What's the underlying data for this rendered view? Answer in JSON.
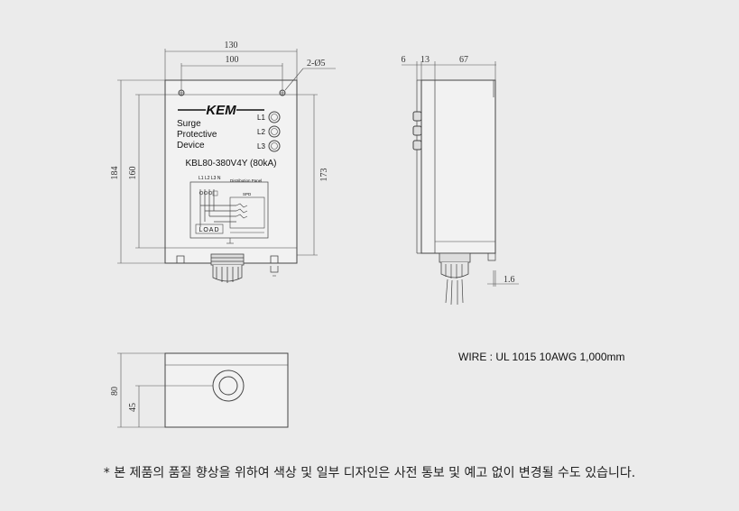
{
  "dimensions": {
    "front_width": "130",
    "front_hole_span": "100",
    "holes": "2-Ø5",
    "front_height": "184",
    "front_inner_height": "160",
    "front_right_height": "173",
    "side_left_a": "6",
    "side_left_b": "13",
    "side_depth": "67",
    "side_gap": "1.6",
    "bottom_height": "80",
    "bottom_center": "45"
  },
  "panel": {
    "logo": "KEM",
    "title_line1": "Surge",
    "title_line2": "Protective",
    "title_line3": "Device",
    "l1": "L1",
    "l2": "L2",
    "l3": "L3",
    "model": "KBL80-380V4Y (80kA)",
    "terminals": "L1 L2 L3 N",
    "distribution_panel": "Distribution Panel",
    "spd": "SPD",
    "load": "LOAD"
  },
  "wire_spec": "WIRE : UL 1015 10AWG 1,000mm",
  "footnote": "* 본 제품의 품질 향상을 위하여 색상 및 일부 디자인은 사전 통보 및 예고 없이 변경될 수도 있습니다."
}
